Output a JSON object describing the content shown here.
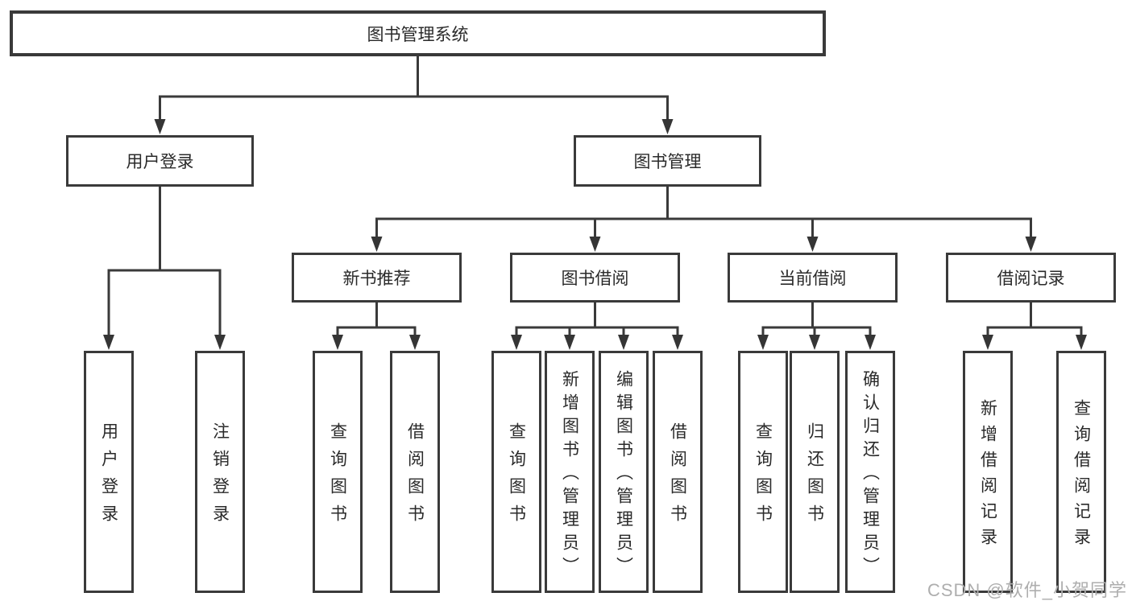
{
  "diagram": {
    "title": "图书管理系统",
    "root": {
      "label": "图书管理系统"
    },
    "branches": [
      {
        "label": "用户登录"
      },
      {
        "label": "图书管理"
      }
    ],
    "modules": [
      {
        "label": "新书推荐",
        "parent": "图书管理"
      },
      {
        "label": "图书借阅",
        "parent": "图书管理"
      },
      {
        "label": "当前借阅",
        "parent": "图书管理"
      },
      {
        "label": "借阅记录",
        "parent": "图书管理"
      }
    ],
    "leaves": [
      {
        "label": "用户登录",
        "parent": "用户登录"
      },
      {
        "label": "注销登录",
        "parent": "用户登录"
      },
      {
        "label": "查询图书",
        "parent": "新书推荐"
      },
      {
        "label": "借阅图书",
        "parent": "新书推荐"
      },
      {
        "label": "查询图书",
        "parent": "图书借阅"
      },
      {
        "label": "新增图书（管理员）",
        "parent": "图书借阅"
      },
      {
        "label": "编辑图书（管理员）",
        "parent": "图书借阅"
      },
      {
        "label": "借阅图书",
        "parent": "图书借阅"
      },
      {
        "label": "查询图书",
        "parent": "当前借阅"
      },
      {
        "label": "归还图书",
        "parent": "当前借阅"
      },
      {
        "label": "确认归还（管理员）",
        "parent": "当前借阅"
      },
      {
        "label": "新增借阅记录",
        "parent": "借阅记录"
      },
      {
        "label": "查询借阅记录",
        "parent": "借阅记录"
      }
    ]
  },
  "watermark": {
    "text": "CSDN @软件_小贺同学"
  },
  "colors": {
    "line": "#3a3a3a",
    "text": "#2a2a2a",
    "watermark": "#aeaeae",
    "background": "#ffffff"
  }
}
